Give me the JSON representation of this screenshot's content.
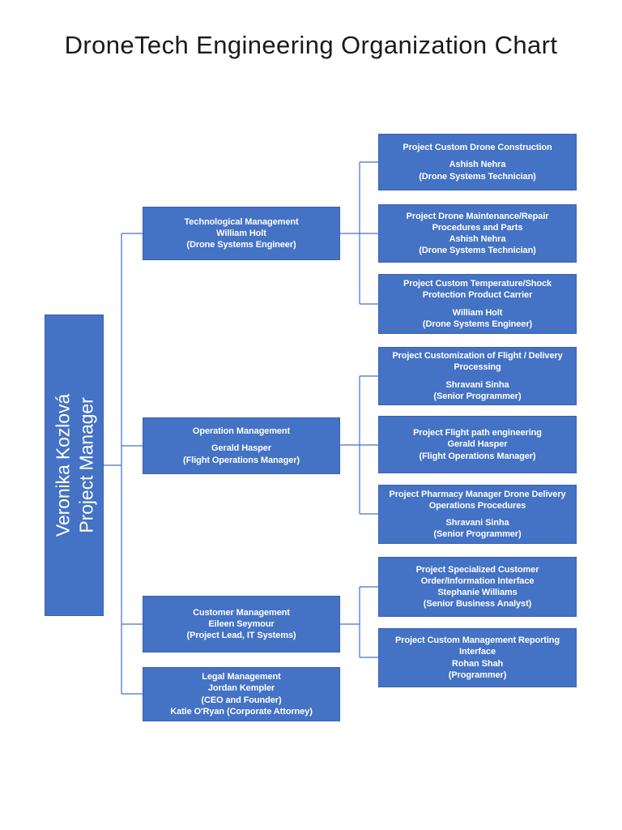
{
  "title": "DroneTech Engineering Organization Chart",
  "colors": {
    "page_bg": "#FFFFFF",
    "title_text": "#1A1A1A",
    "box_fill": "#4472C4",
    "box_border": "#3A62AE",
    "box_text": "#FFFFFF",
    "connector": "#4472C4"
  },
  "root": {
    "name": "Veronika Kozlová",
    "role": "Project Manager"
  },
  "managers": [
    {
      "dept": "Technological Management",
      "person": "William Holt",
      "role": "(Drone Systems Engineer)"
    },
    {
      "dept": "Operation Management",
      "person": "Gerald Hasper",
      "role": "(Flight Operations Manager)"
    },
    {
      "dept": "Customer Management",
      "person": "Eileen Seymour",
      "role": "(Project Lead, IT Systems)"
    },
    {
      "dept": "Legal Management",
      "person": "Jordan Kempler",
      "role": "(CEO and Founder)",
      "extra": "Katie O'Ryan (Corporate Attorney)"
    }
  ],
  "projects": [
    {
      "title": "Project Custom Drone Construction",
      "person": "Ashish Nehra",
      "role": "(Drone Systems Technician)"
    },
    {
      "title": "Project Drone Maintenance/Repair Procedures and Parts",
      "person": "Ashish Nehra",
      "role": "(Drone Systems Technician)"
    },
    {
      "title": "Project Custom Temperature/Shock Protection Product Carrier",
      "person": "William Holt",
      "role": "(Drone Systems Engineer)"
    },
    {
      "title": "Project Customization of Flight / Delivery Processing",
      "person": "Shravani Sinha",
      "role": "(Senior Programmer)"
    },
    {
      "title": "Project Flight path engineering",
      "person": "Gerald Hasper",
      "role": "(Flight Operations Manager)"
    },
    {
      "title": "Project Pharmacy Manager Drone Delivery Operations Procedures",
      "person": "Shravani Sinha",
      "role": "(Senior Programmer)"
    },
    {
      "title": "Project Specialized Customer Order/Information Interface",
      "person": "Stephanie Williams",
      "role": "(Senior Business Analyst)"
    },
    {
      "title": "Project Custom Management Reporting Interface",
      "person": "Rohan Shah",
      "role": "(Programmer)"
    }
  ]
}
